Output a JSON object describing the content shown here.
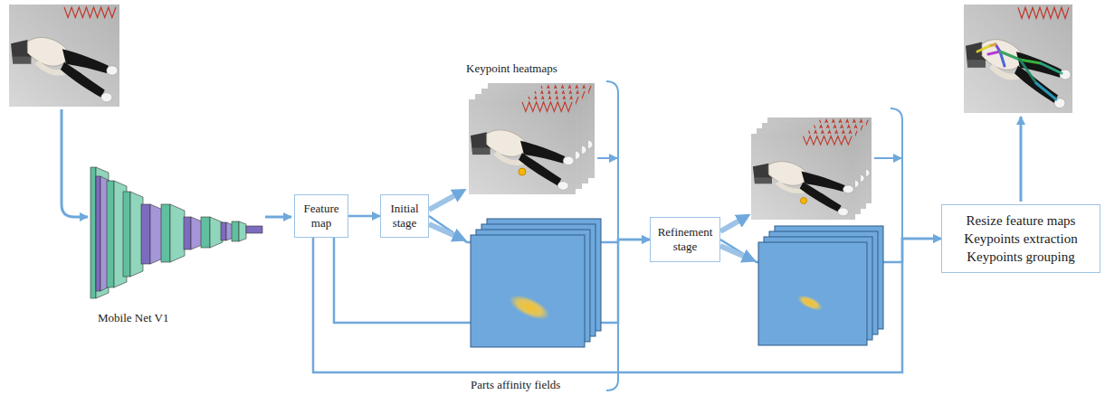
{
  "diagram": {
    "nodes": [
      {
        "text": [
          "Feature map"
        ]
      },
      {
        "text": [
          "Initial stage"
        ]
      },
      {
        "text": [
          "Refinement stage"
        ]
      },
      {
        "text": [
          "Resize feature maps",
          "Keypoints extraction",
          "Keypoints grouping"
        ]
      }
    ],
    "edges": [
      {
        "from": 0,
        "to": 1,
        "arrow": "to"
      },
      {
        "from": 1,
        "to": 2,
        "arrow": "to"
      },
      {
        "from": 0,
        "to": 2,
        "arrow": "to"
      },
      {
        "from": 2,
        "to": 3,
        "arrow": "to"
      },
      {
        "from": 0,
        "to": 3,
        "arrow": "to"
      }
    ],
    "labels": [
      "Mobile Net V1",
      "Keypoint heatmaps",
      "Parts affinity fields"
    ]
  }
}
